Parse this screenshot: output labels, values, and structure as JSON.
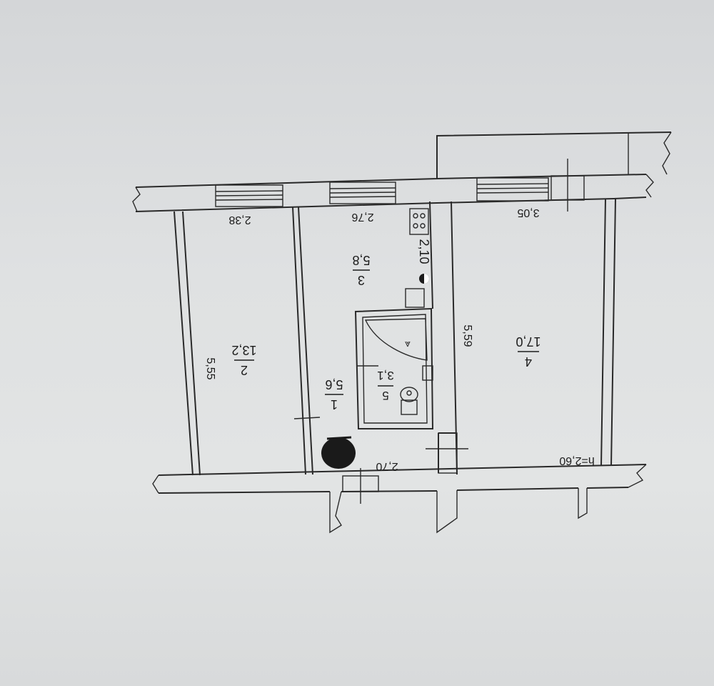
{
  "rooms": [
    {
      "number": "1",
      "area": "5,6"
    },
    {
      "number": "2",
      "area": "13,2"
    },
    {
      "number": "3",
      "area": "5,8"
    },
    {
      "number": "4",
      "area": "17,0"
    },
    {
      "number": "5",
      "area": "3,1"
    }
  ],
  "dimensions": {
    "room2_width": "2,38",
    "room2_length": "5,55",
    "room3_width": "2,76",
    "room3_length": "2,10",
    "room4_width": "3,05",
    "room4_length": "5,59",
    "hall_width": "2,70"
  },
  "ceiling_height": "h=2,60"
}
